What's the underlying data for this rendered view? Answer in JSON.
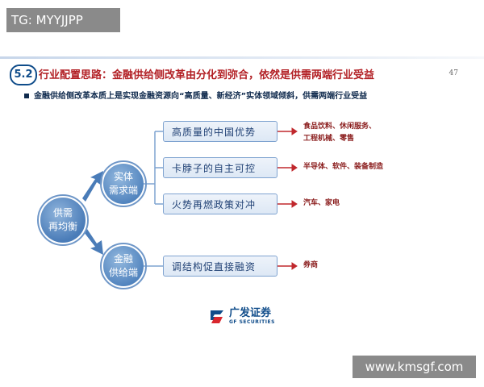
{
  "tag": "TG: MYYJJPP",
  "watermark": "www.kmsgf.com",
  "slide": {
    "section_number": "5.2",
    "title": "行业配置思路：金融供给侧改革由分化到弥合，依然是供需两端行业受益",
    "page_number": "47",
    "bullet": "金融供给侧改革本质上是实现金融资源向“高质量、新经济”实体领域倾斜，供需两端行业受益",
    "diagram": {
      "center": "供需\n再均衡",
      "top_node": "实体\n需求端",
      "bottom_node": "金融\n供给端",
      "branches": [
        {
          "label": "高质量的中国优势",
          "items": "食品饮料、休闲服务、\n工程机械、零售"
        },
        {
          "label": "卡脖子的自主可控",
          "items": "半导体、软件、装备制造"
        },
        {
          "label": "火势再燃政策对冲",
          "items": "汽车、家电"
        },
        {
          "label": "调结构促直接融资",
          "items": "券商"
        }
      ]
    },
    "logo": {
      "cn": "广发证券",
      "en": "GF SECURITIES"
    },
    "colors": {
      "accent_blue": "#0f4c8a",
      "title_red": "#b21f24",
      "item_red": "#8a1c1c"
    }
  }
}
